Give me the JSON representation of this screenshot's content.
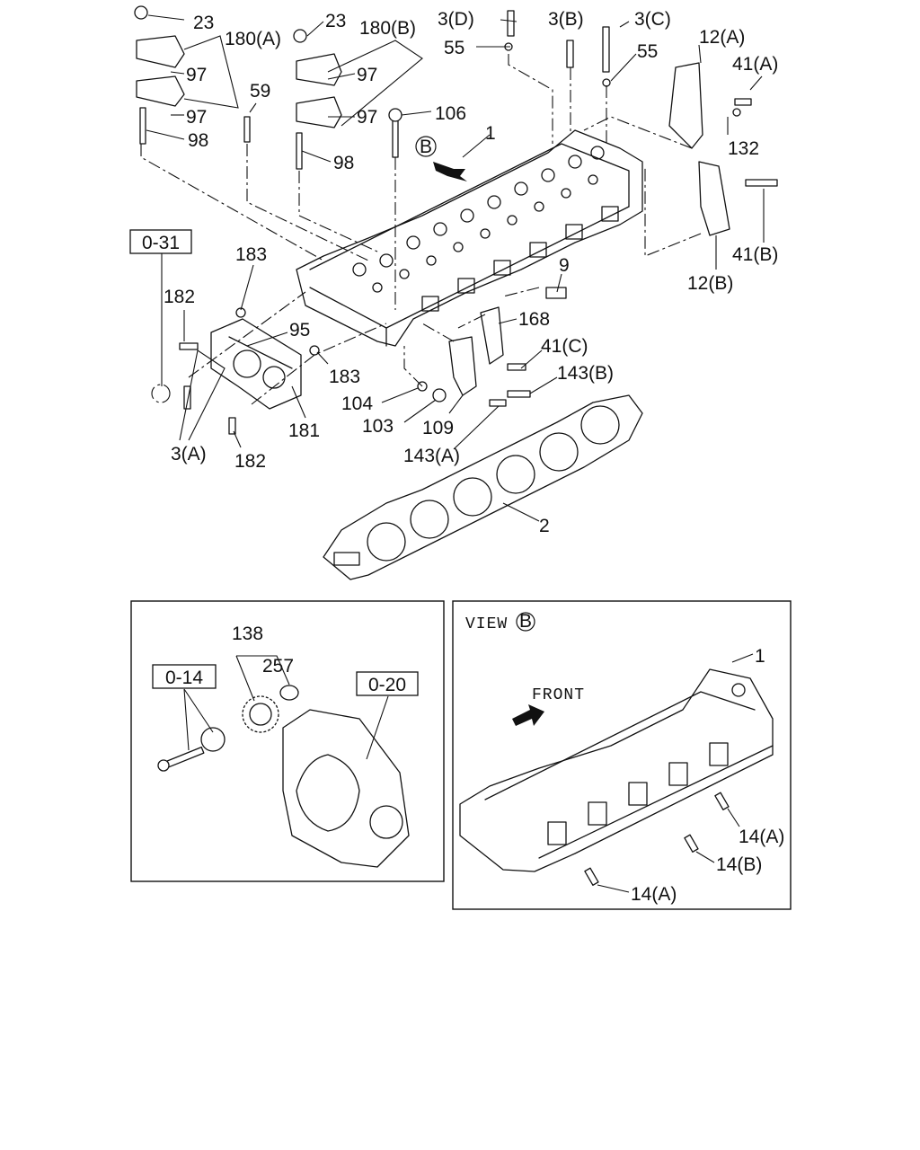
{
  "callouts": {
    "c23a": "23",
    "c23b": "23",
    "c180a": "180(A)",
    "c180b": "180(B)",
    "c97a": "97",
    "c97b": "97",
    "c97c": "97",
    "c97d": "97",
    "c98a": "98",
    "c98b": "98",
    "c59": "59",
    "c106": "106",
    "c3d": "3(D)",
    "c55a": "55",
    "c3b": "3(B)",
    "c3c": "3(C)",
    "c55b": "55",
    "c12a": "12(A)",
    "c41a": "41(A)",
    "c132": "132",
    "c1top": "1",
    "c41b": "41(B)",
    "c12b": "12(B)",
    "c183a": "183",
    "c182a": "182",
    "c95": "95",
    "c9": "9",
    "c168": "168",
    "c41c": "41(C)",
    "c143b": "143(B)",
    "c183b": "183",
    "c104": "104",
    "c103": "103",
    "c109": "109",
    "c143a": "143(A)",
    "c181": "181",
    "c3a": "3(A)",
    "c182b": "182",
    "c2": "2",
    "c138": "138",
    "c257": "257",
    "c14a1": "14(A)",
    "c14b": "14(B)",
    "c14a2": "14(A)",
    "c1view": "1"
  },
  "refs": {
    "r031": "0-31",
    "r014": "0-14",
    "r020": "0-20"
  },
  "view": {
    "marker": "B",
    "title": "VIEW",
    "front": "FRONT"
  }
}
